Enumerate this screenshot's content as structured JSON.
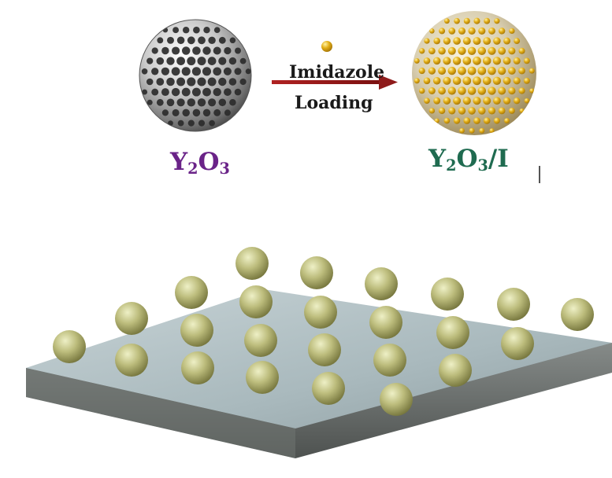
{
  "colors": {
    "porous_sphere": "#8f8f8f",
    "loaded_sphere": "#c99a16",
    "imidazole_molecule": "#d9a614",
    "arrow": "#8e1b1b",
    "label_y2o3": "#6a2388",
    "label_y2o3_i": "#1f6b50",
    "substrate_top": "#b3c3c7",
    "substrate_side": "#6c716f",
    "particle": "#b8b878"
  },
  "labels": {
    "before": {
      "y": "Y",
      "y_sub": "2",
      "o": "O",
      "o_sub": "3",
      "suffix": ""
    },
    "after": {
      "y": "Y",
      "y_sub": "2",
      "o": "O",
      "o_sub": "3",
      "suffix": "/I"
    }
  },
  "process": {
    "line1": "Imidazole",
    "line2": "Loading"
  },
  "icons": {
    "left_sphere": "porous-sphere-icon",
    "right_sphere": "loaded-sphere-icon",
    "molecule": "imidazole-molecule-icon",
    "arrow": "arrow-right-icon",
    "substrate": "substrate-plate-icon"
  }
}
